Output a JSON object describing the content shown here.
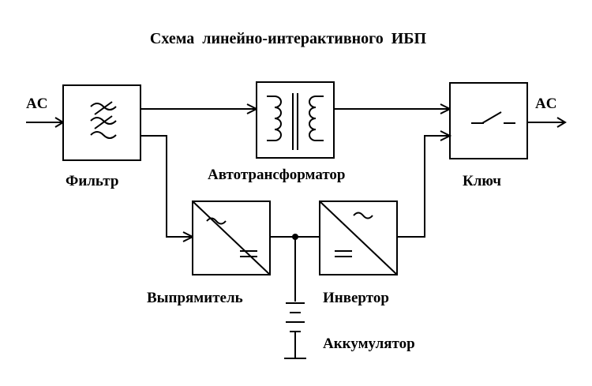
{
  "title": "Схема  линейно-интерактивного  ИБП",
  "labels": {
    "ac_in": "AC",
    "ac_out": "AC",
    "filter": "Фильтр",
    "autotransformer": "Автотрансформатор",
    "switch": "Ключ",
    "rectifier": "Выпрямитель",
    "inverter": "Инвертор",
    "battery": "Аккумулятор"
  },
  "icons": {
    "filter": "filter-waves-icon",
    "autotransformer": "transformer-coils-icon",
    "switch": "open-switch-icon",
    "rectifier": "ac-to-dc-icon",
    "inverter": "dc-to-ac-icon",
    "battery": "battery-icon"
  }
}
